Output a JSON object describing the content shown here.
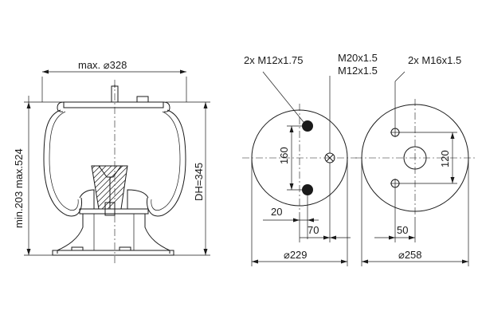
{
  "side_view": {
    "diameter_label": "max. ⌀328",
    "height_range_label": "min.203 max.524",
    "design_height_label": "DH=345"
  },
  "top_plate_view": {
    "left_thread_label": "2x M12x1.75",
    "center_thread_label_1": "M20x1.5",
    "center_thread_label_2": "M12x1.5",
    "spacing_vertical": "160",
    "offset_small": "20",
    "offset_large": "70",
    "diameter_label": "⌀229"
  },
  "bottom_plate_view": {
    "thread_label": "2x M16x1.5",
    "spacing_vertical": "120",
    "offset_horizontal": "50",
    "diameter_label": "⌀258"
  },
  "colors": {
    "line": "#1a1a1a",
    "background": "#ffffff"
  }
}
